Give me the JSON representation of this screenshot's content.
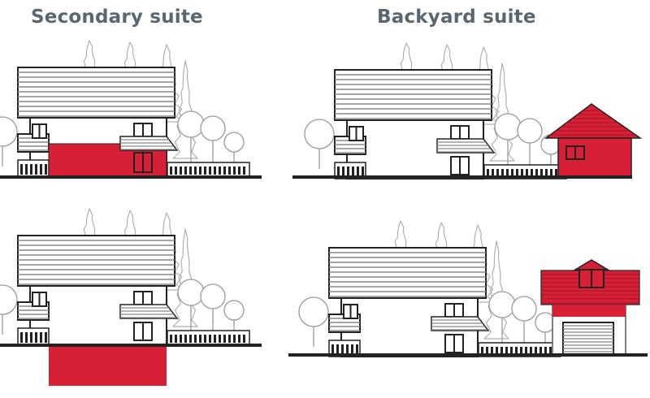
{
  "titles": {
    "left": "Secondary suite",
    "right": "Backyard suite"
  },
  "colors": {
    "suite_red": "#d71f35",
    "outline": "#222222",
    "title_gray": "#5a6670",
    "tree_gray": "#9a9a9a"
  },
  "panels": [
    {
      "id": "secondary-suite-ground-level",
      "suite": "basement-partial"
    },
    {
      "id": "backyard-suite-detached",
      "suite": "detached-cottage"
    },
    {
      "id": "secondary-suite-basement",
      "suite": "basement-below-grade"
    },
    {
      "id": "backyard-suite-garage",
      "suite": "above-garage"
    }
  ]
}
